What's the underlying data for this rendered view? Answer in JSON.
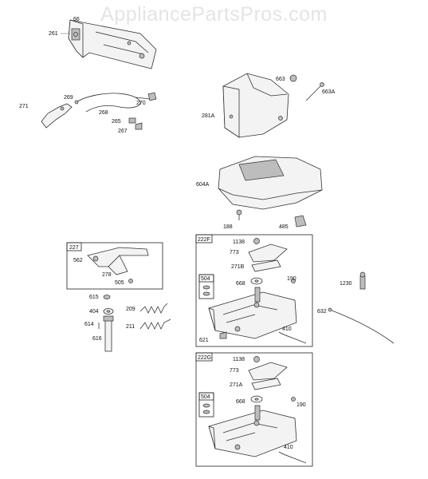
{
  "watermark": "AppliancePartsPros.com",
  "callouts": {
    "p66": "66",
    "p261": "261",
    "p269": "269",
    "p271": "271",
    "p268": "268",
    "p270": "270",
    "p265": "265",
    "p267": "267",
    "p663": "663",
    "p663A": "663A",
    "p281A": "281A",
    "p604A": "604A",
    "p188": "188",
    "p485": "485",
    "p562": "562",
    "p278": "278",
    "p505": "505",
    "p615": "615",
    "p404": "404",
    "p614": "614",
    "p616": "616",
    "p209": "209",
    "p211": "211",
    "g1_1138": "1138",
    "g1_773": "773",
    "g1_271B": "271B",
    "g1_668": "668",
    "g1_190": "190",
    "g1_621": "621",
    "g1_410": "410",
    "p1230": "1230",
    "p632": "632",
    "g2_1138": "1138",
    "g2_773": "773",
    "g2_271A": "271A",
    "g2_668": "668",
    "g2_190": "190",
    "g2_410": "410"
  },
  "groups": {
    "g227": "227",
    "g222F": "222F",
    "g504a": "504",
    "g222G": "222G",
    "g504b": "504"
  }
}
